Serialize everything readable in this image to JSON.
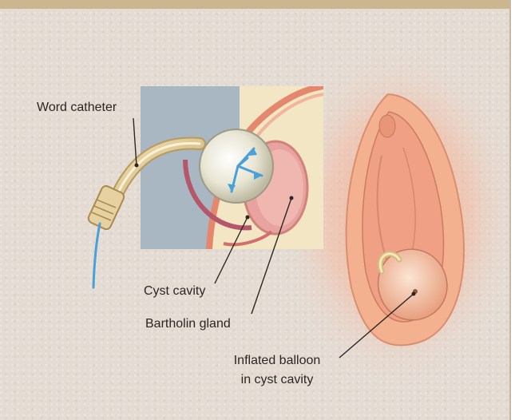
{
  "diagram": {
    "labels": {
      "word_catheter": "Word catheter",
      "cyst_cavity": "Cyst cavity",
      "bartholin_gland": "Bartholin gland",
      "inflated_balloon_line1": "Inflated balloon",
      "inflated_balloon_line2": "in cyst cavity"
    }
  }
}
